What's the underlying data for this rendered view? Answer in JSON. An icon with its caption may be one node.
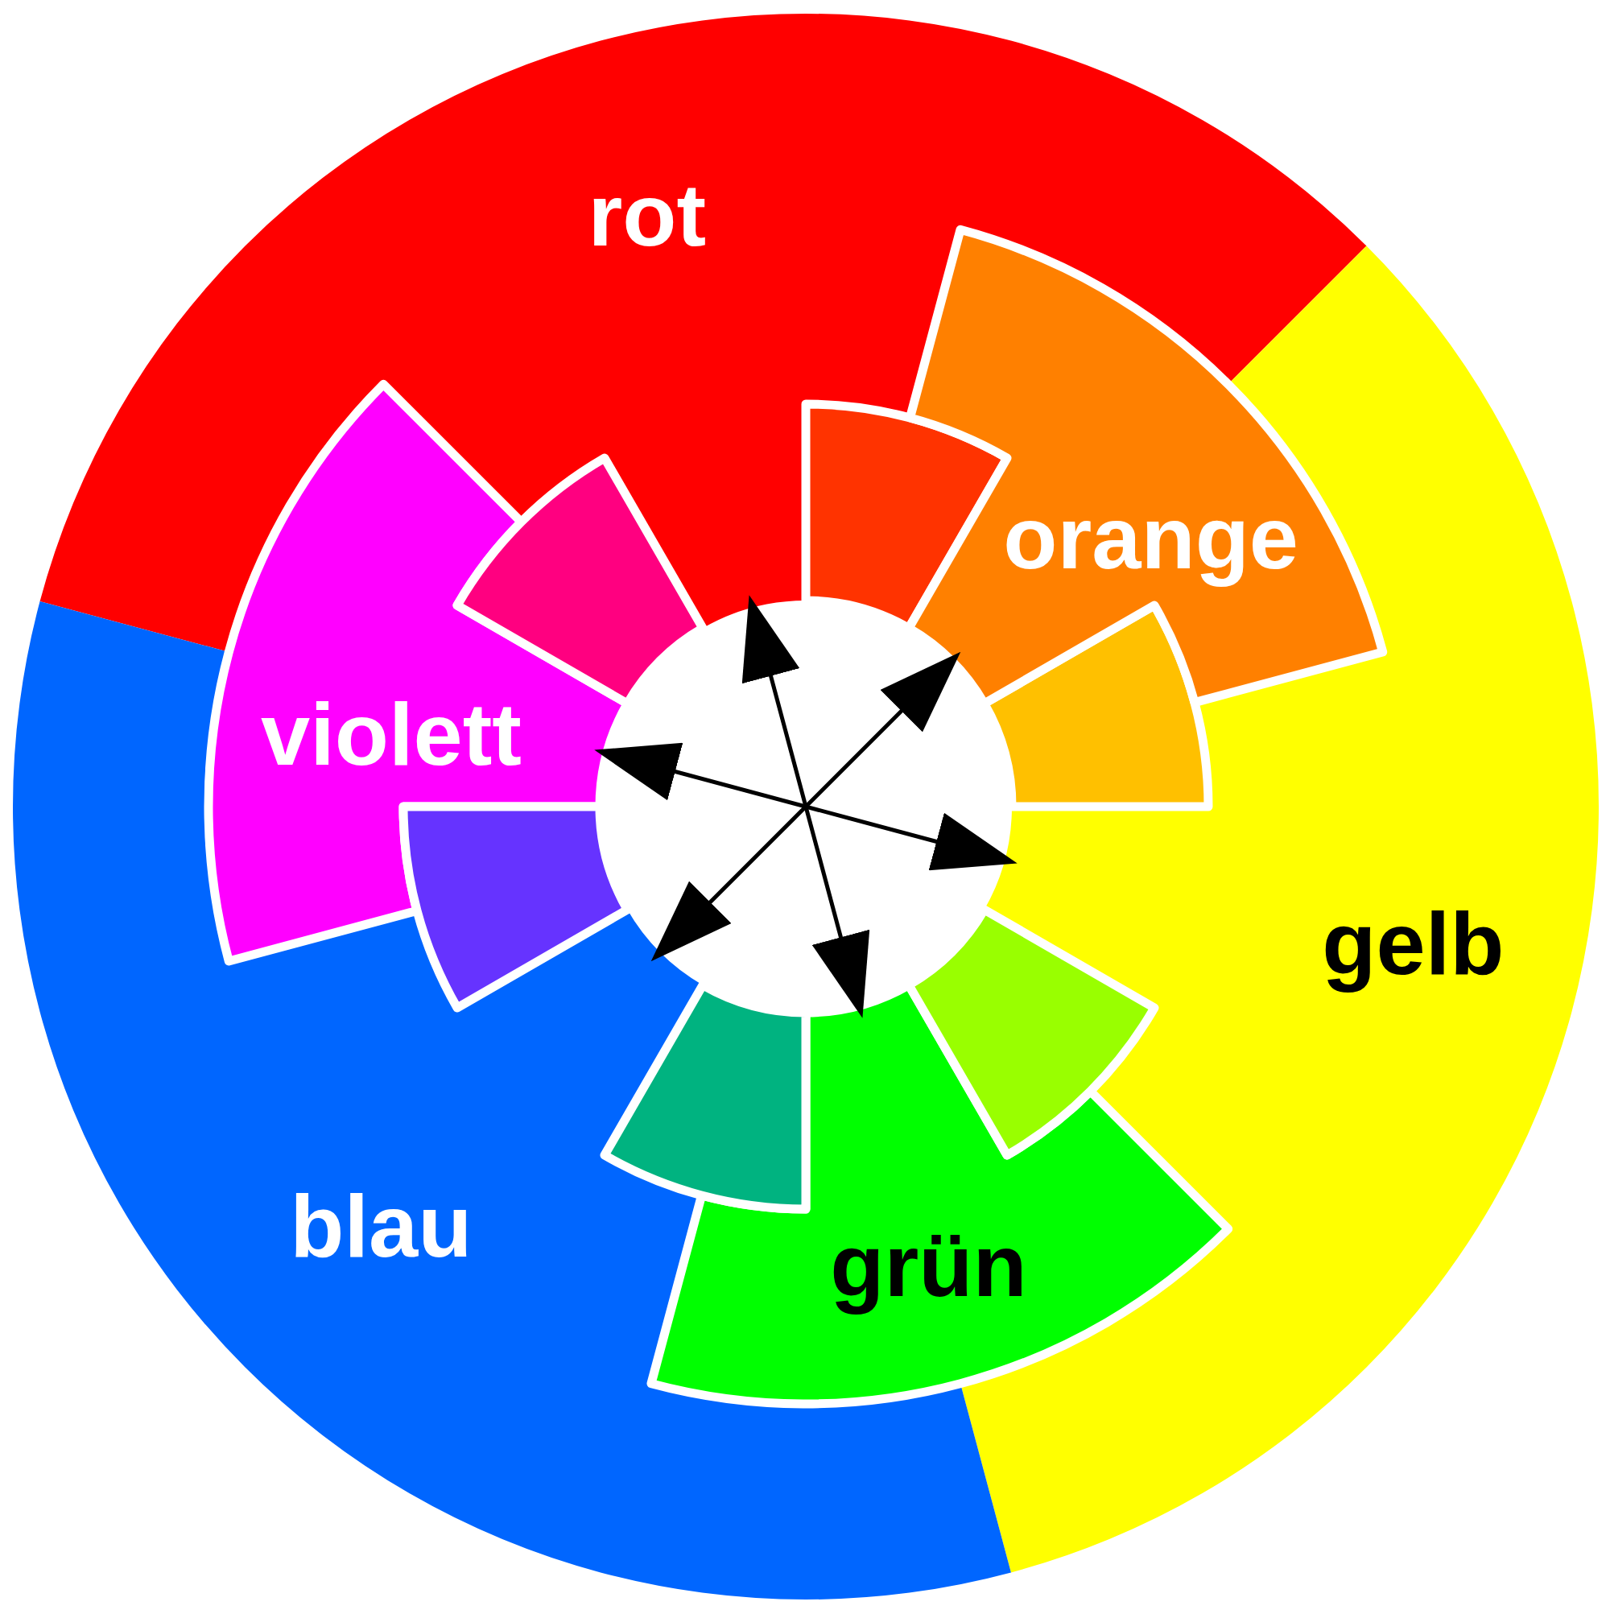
{
  "diagram": {
    "nodes": [
      {
        "text": [
          "rot"
        ]
      },
      {
        "text": [
          "orange"
        ]
      },
      {
        "text": [
          "violett"
        ]
      },
      {
        "text": [
          "gelb"
        ]
      },
      {
        "text": [
          "blau"
        ]
      },
      {
        "text": [
          "grün"
        ]
      },
      {
        "text": [],
        "shape": "wedge"
      },
      {
        "text": [],
        "shape": "wedge"
      },
      {
        "text": [],
        "shape": "wedge"
      },
      {
        "text": [],
        "shape": "wedge"
      },
      {
        "text": [],
        "shape": "wedge"
      },
      {
        "text": [],
        "shape": "wedge"
      }
    ],
    "edges": [
      {
        "from": 0,
        "to": 5,
        "arrow": "both"
      },
      {
        "from": 1,
        "to": 4,
        "arrow": "both"
      },
      {
        "from": 2,
        "to": 3,
        "arrow": "both"
      }
    ]
  }
}
